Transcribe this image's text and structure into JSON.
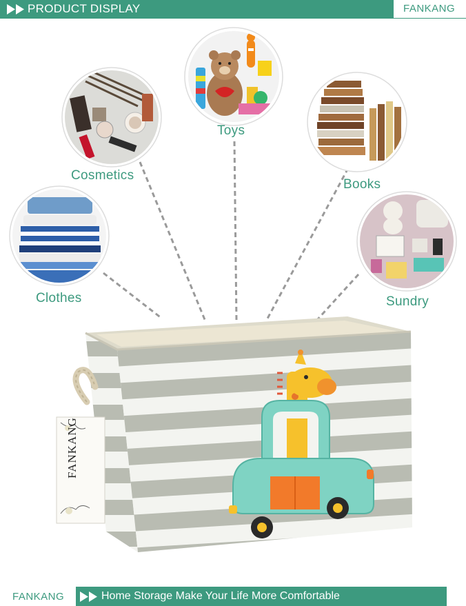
{
  "header": {
    "title": "PRODUCT DISPLAY",
    "brand": "FANKANG"
  },
  "categories": {
    "toys": "Toys",
    "cosmetics": "Cosmetics",
    "books": "Books",
    "clothes": "Clothes",
    "sundry": "Sundry"
  },
  "tag": {
    "brand": "FANKANG"
  },
  "footer": {
    "brand": "FANKANG",
    "slogan": "Home Storage Make Your Life More Comfortable"
  },
  "colors": {
    "accent": "#3d9a7f",
    "stripe_grey": "#b9bcb2",
    "stripe_white": "#f3f4f0"
  }
}
